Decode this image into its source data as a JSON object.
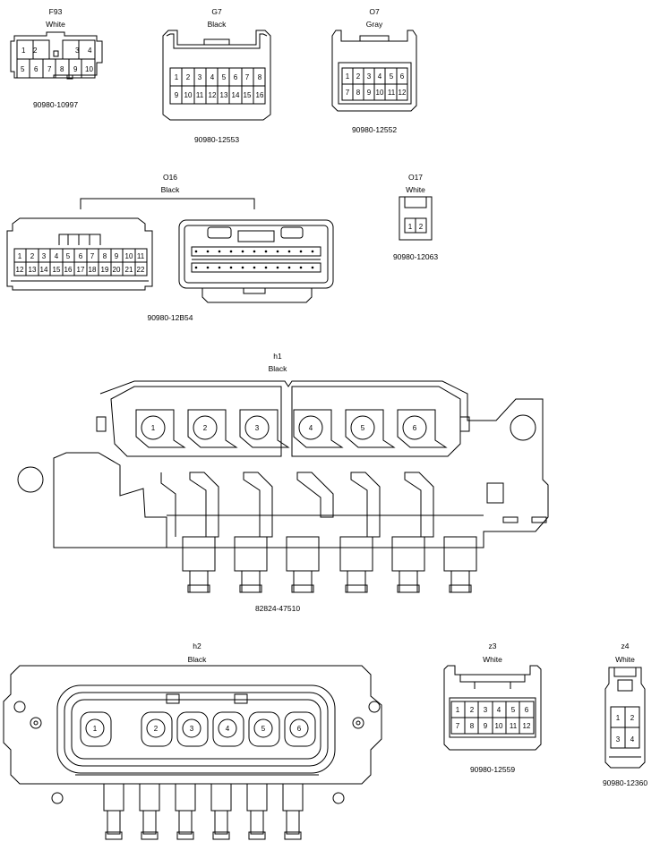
{
  "connectors": {
    "F93": {
      "name": "F93",
      "color": "White",
      "part": "90980-10997",
      "pins_top": [
        "1",
        "2",
        "3",
        "4"
      ],
      "pins_bottom": [
        "5",
        "6",
        "7",
        "8",
        "9",
        "10"
      ]
    },
    "G7": {
      "name": "G7",
      "color": "Black",
      "part": "90980-12553",
      "pins_top": [
        "1",
        "2",
        "3",
        "4",
        "5",
        "6",
        "7",
        "8"
      ],
      "pins_bottom": [
        "9",
        "10",
        "11",
        "12",
        "13",
        "14",
        "15",
        "16"
      ]
    },
    "O7": {
      "name": "O7",
      "color": "Gray",
      "part": "90980-12552",
      "pins_top": [
        "1",
        "2",
        "3",
        "4",
        "5",
        "6"
      ],
      "pins_bottom": [
        "7",
        "8",
        "9",
        "10",
        "11",
        "12"
      ]
    },
    "O16": {
      "name": "O16",
      "color": "Black",
      "part": "90980-12B54",
      "pins_top": [
        "1",
        "2",
        "3",
        "4",
        "5",
        "6",
        "7",
        "8",
        "9",
        "10",
        "11"
      ],
      "pins_bottom": [
        "12",
        "13",
        "14",
        "15",
        "16",
        "17",
        "18",
        "19",
        "20",
        "21",
        "22"
      ]
    },
    "O17": {
      "name": "O17",
      "color": "White",
      "part": "90980-12063",
      "pins": [
        "1",
        "2"
      ]
    },
    "h1": {
      "name": "h1",
      "color": "Black",
      "part": "82824-47510",
      "pins": [
        "1",
        "2",
        "3",
        "4",
        "5",
        "6"
      ]
    },
    "h2": {
      "name": "h2",
      "color": "Black",
      "pins": [
        "1",
        "2",
        "3",
        "4",
        "5",
        "6"
      ]
    },
    "z3": {
      "name": "z3",
      "color": "White",
      "part": "90980-12559",
      "pins_top": [
        "1",
        "2",
        "3",
        "4",
        "5",
        "6"
      ],
      "pins_bottom": [
        "7",
        "8",
        "9",
        "10",
        "11",
        "12"
      ]
    },
    "z4": {
      "name": "z4",
      "color": "White",
      "part": "90980-12360",
      "pins_top": [
        "1",
        "2"
      ],
      "pins_bottom": [
        "3",
        "4"
      ]
    }
  }
}
